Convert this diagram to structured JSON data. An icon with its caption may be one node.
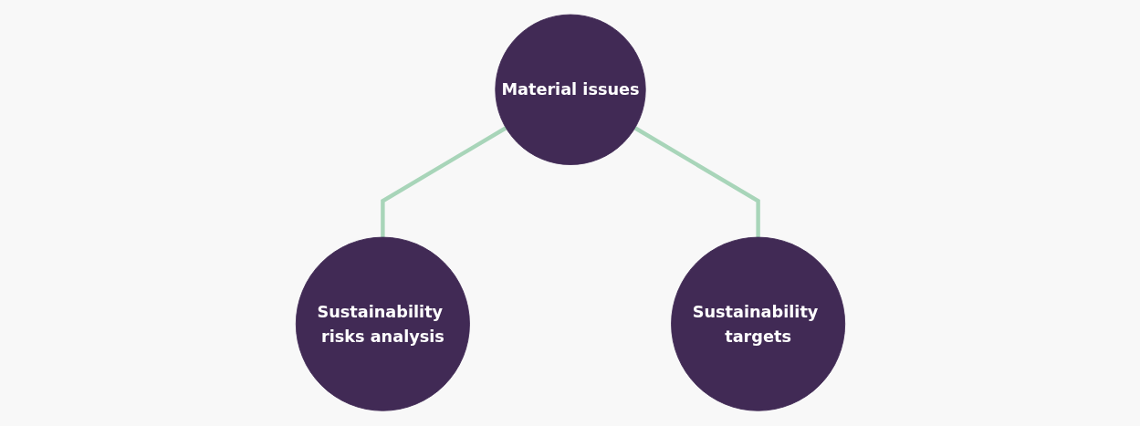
{
  "diagram": {
    "nodes": [
      {
        "text": [
          "Material issues"
        ]
      },
      {
        "text": [
          "Sustainability risks analysis"
        ]
      },
      {
        "text": [
          "Sustainability targets"
        ]
      }
    ],
    "edges": [
      {
        "from": 0,
        "to": 1,
        "arrow": "none"
      },
      {
        "from": 0,
        "to": 2,
        "arrow": "none"
      }
    ]
  }
}
